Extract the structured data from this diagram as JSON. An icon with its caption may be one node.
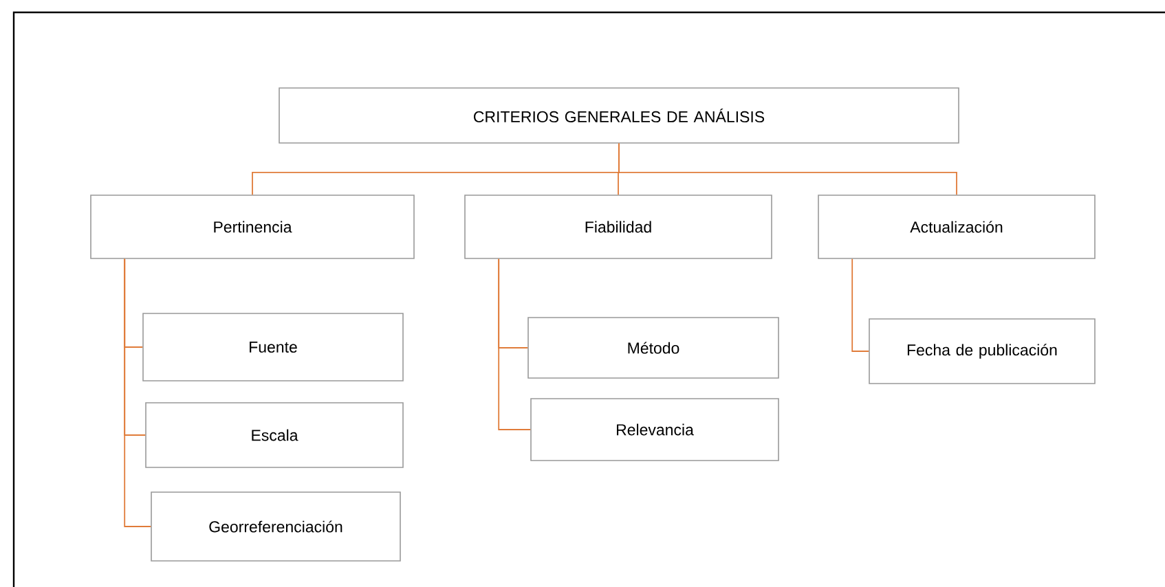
{
  "diagram": {
    "nodes": [
      {
        "text": [
          "CRITERIOS GENERALES  DE ANÁLISIS"
        ]
      },
      {
        "text": [
          "Pertinencia"
        ]
      },
      {
        "text": [
          "Fiabilidad"
        ]
      },
      {
        "text": [
          "Actualización"
        ]
      },
      {
        "text": [
          "Fuente"
        ]
      },
      {
        "text": [
          "Escala"
        ]
      },
      {
        "text": [
          "Georreferenciación"
        ]
      },
      {
        "text": [
          "Método"
        ]
      },
      {
        "text": [
          "Relevancia"
        ]
      },
      {
        "text": [
          "Fecha de publicación"
        ]
      }
    ],
    "edges": [
      {
        "from": 0,
        "to": 1,
        "arrow": "none",
        "color": "#e07b39"
      },
      {
        "from": 0,
        "to": 2,
        "arrow": "none",
        "color": "#e07b39"
      },
      {
        "from": 0,
        "to": 3,
        "arrow": "none",
        "color": "#e07b39"
      },
      {
        "from": 1,
        "to": 4,
        "arrow": "none",
        "color": "#e07b39"
      },
      {
        "from": 1,
        "to": 5,
        "arrow": "none",
        "color": "#e07b39"
      },
      {
        "from": 1,
        "to": 6,
        "arrow": "none",
        "color": "#e07b39"
      },
      {
        "from": 2,
        "to": 7,
        "arrow": "none",
        "color": "#e07b39"
      },
      {
        "from": 2,
        "to": 8,
        "arrow": "none",
        "color": "#e07b39"
      },
      {
        "from": 3,
        "to": 9,
        "arrow": "none",
        "color": "#e07b39"
      }
    ]
  }
}
